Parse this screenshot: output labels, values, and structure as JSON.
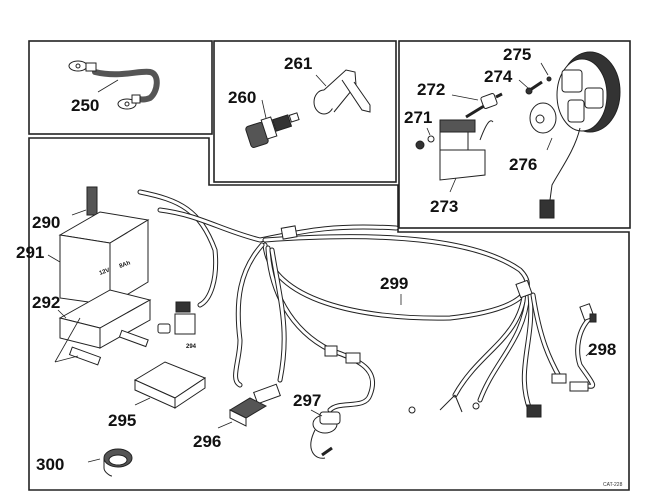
{
  "diagram": {
    "type": "exploded-parts-diagram",
    "catalog_code": "CAT-228",
    "panels": [
      {
        "id": "battery-cable",
        "callouts": [
          "250"
        ]
      },
      {
        "id": "spark-plug",
        "callouts": [
          "260",
          "261"
        ]
      },
      {
        "id": "ignition",
        "callouts": [
          "271",
          "272",
          "273",
          "274",
          "275",
          "276"
        ]
      },
      {
        "id": "electrical-harness",
        "callouts": [
          "290",
          "291",
          "292",
          "294",
          "295",
          "296",
          "297",
          "298",
          "299",
          "300"
        ]
      }
    ],
    "battery_text": {
      "voltage": "12V",
      "capacity": "8Ah"
    },
    "labels": {
      "p250": "250",
      "p260": "260",
      "p261": "261",
      "p271": "271",
      "p272": "272",
      "p273": "273",
      "p274": "274",
      "p275": "275",
      "p276": "276",
      "p290": "290",
      "p291": "291",
      "p292": "292",
      "p294": "294",
      "p295": "295",
      "p296": "296",
      "p297": "297",
      "p298": "298",
      "p299": "299",
      "p300": "300"
    }
  }
}
